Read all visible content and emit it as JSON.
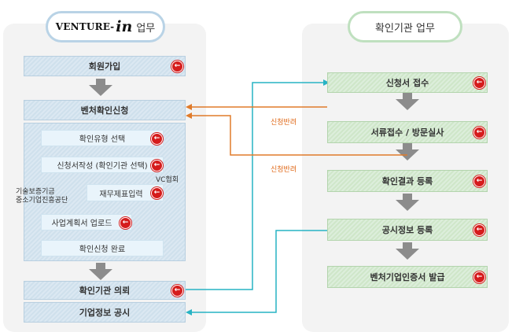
{
  "left": {
    "brand_prefix": "VENTURE",
    "brand_dash": "-",
    "brand_in": "in",
    "brand_suffix": "업무",
    "step_join": "회원가입",
    "step_apply": "벤처확인신청",
    "sub_select_type": "확인유형 선택",
    "sub_write_app": "신청서작성 (확인기관 선택)",
    "sub_financial": "재무제표입력",
    "sub_upload_plan": "사업계획서 업로드",
    "sub_complete": "확인신청 완료",
    "step_request": "확인기관 의뢰",
    "step_publish": "기업정보 공시",
    "note_kibo": "기술보증기금",
    "note_sbc": "중소기업진흥공단",
    "note_vc": "VC협회"
  },
  "right": {
    "title": "확인기관 업무",
    "step_receive": "신청서 접수",
    "step_review": "서류접수 / 방문실사",
    "step_register": "확인결과 등록",
    "step_disclose": "공시정보 등록",
    "step_issue": "벤처기업인증서 발급"
  },
  "labels": {
    "return_1": "신청반려",
    "return_2": "신청반려"
  },
  "colors": {
    "teal": "#27b3c4",
    "orange": "#e07b2a",
    "red": "#d51c1c",
    "arrow_gray": "#8c8c8c"
  },
  "icons": {
    "action_button": "←"
  }
}
